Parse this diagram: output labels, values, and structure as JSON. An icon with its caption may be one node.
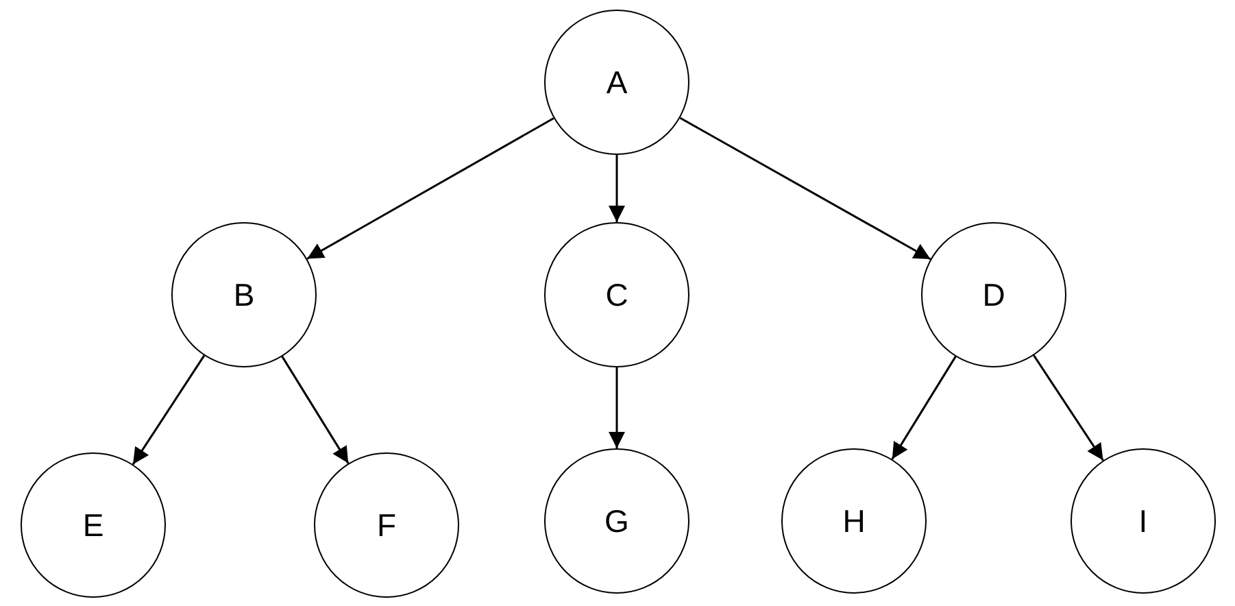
{
  "diagram": {
    "nodes": [
      {
        "text": [
          "A"
        ]
      },
      {
        "text": [
          "B"
        ]
      },
      {
        "text": [
          "C"
        ]
      },
      {
        "text": [
          "D"
        ]
      },
      {
        "text": [
          "E"
        ]
      },
      {
        "text": [
          "F"
        ]
      },
      {
        "text": [
          "G"
        ]
      },
      {
        "text": [
          "H"
        ]
      },
      {
        "text": [
          "I"
        ]
      }
    ],
    "edges": [
      {
        "from": 0,
        "to": 1,
        "arrow": "to"
      },
      {
        "from": 0,
        "to": 2,
        "arrow": "to"
      },
      {
        "from": 0,
        "to": 3,
        "arrow": "to"
      },
      {
        "from": 1,
        "to": 4,
        "arrow": "to"
      },
      {
        "from": 1,
        "to": 5,
        "arrow": "to"
      },
      {
        "from": 2,
        "to": 6,
        "arrow": "to"
      },
      {
        "from": 3,
        "to": 7,
        "arrow": "to"
      },
      {
        "from": 3,
        "to": 8,
        "arrow": "to"
      }
    ]
  }
}
